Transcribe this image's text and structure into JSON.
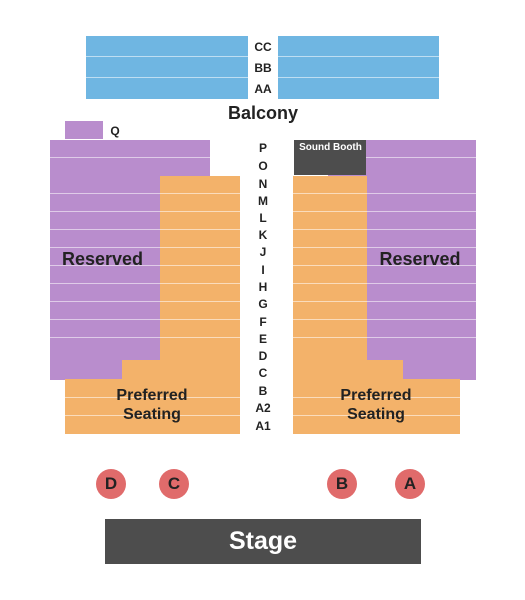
{
  "balcony": {
    "label": "Balcony",
    "rows": [
      "CC",
      "BB",
      "AA"
    ]
  },
  "orchestra": {
    "rows": [
      "P",
      "O",
      "N",
      "M",
      "L",
      "K",
      "J",
      "I",
      "H",
      "G",
      "F",
      "E",
      "D",
      "C",
      "B",
      "A2",
      "A1"
    ],
    "extra_row": "Q",
    "sound_booth": "Sound Booth"
  },
  "sections": {
    "reserved_left": "Reserved",
    "reserved_right": "Reserved",
    "preferred_left": [
      "Preferred",
      "Seating"
    ],
    "preferred_right": [
      "Preferred",
      "Seating"
    ]
  },
  "tables": [
    {
      "label": "D"
    },
    {
      "label": "C"
    },
    {
      "label": "B"
    },
    {
      "label": "A"
    }
  ],
  "stage": {
    "label": "Stage"
  },
  "colors": {
    "balcony": "#6fb6e2",
    "reserved": "#b98dcd",
    "preferred": "#f3b26a",
    "stage": "#4d4d4d",
    "table": "#e06b6b"
  }
}
